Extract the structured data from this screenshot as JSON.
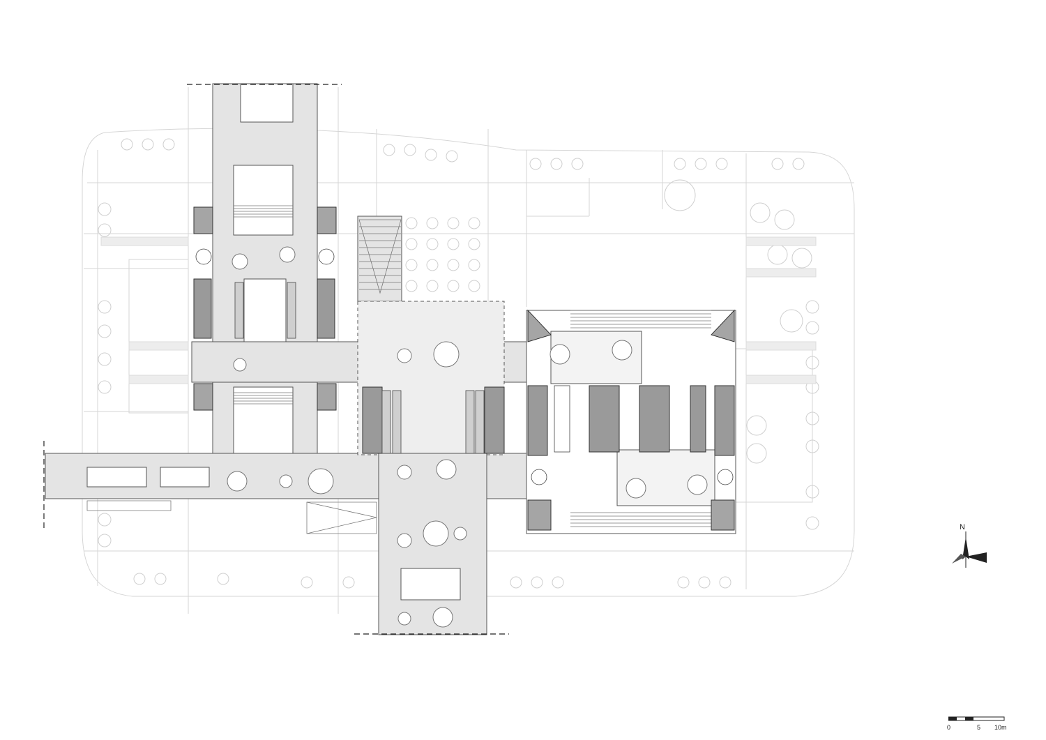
{
  "drawing": {
    "type": "architectural floor plan",
    "line_color": "#555555",
    "fill_light": "#e2e2e2",
    "fill_dark": "#9a9a9a",
    "background": "#ffffff"
  },
  "north_arrow": {
    "label": "N",
    "icon": "north-arrow-icon"
  },
  "scale_bar": {
    "labels": [
      "0",
      "5",
      "10m"
    ],
    "icon": "scale-bar-icon"
  }
}
